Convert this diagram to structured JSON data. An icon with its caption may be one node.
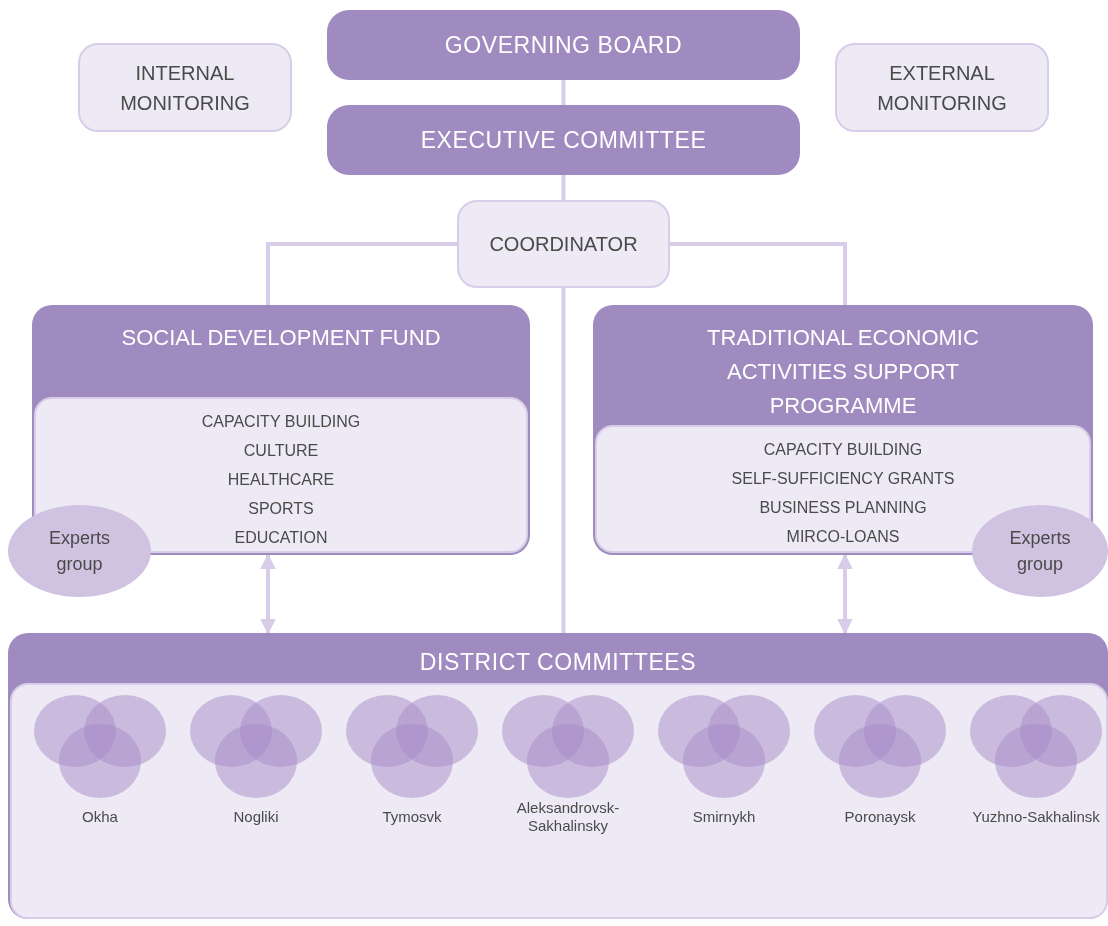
{
  "diagram": {
    "nodes": [
      {
        "text": [
          "GOVERNING BOARD"
        ]
      },
      {
        "text": [
          "INTERNAL MONITORING"
        ]
      },
      {
        "text": [
          "EXTERNAL MONITORING"
        ]
      },
      {
        "text": [
          "EXECUTIVE COMMITTEE"
        ]
      },
      {
        "text": [
          "COORDINATOR"
        ]
      },
      {
        "text": [
          "SOCIAL DEVELOPMENT FUND"
        ]
      },
      {
        "text": [
          "CAPACITY BUILDING",
          "CULTURE",
          "HEALTHCARE",
          "SPORTS",
          "EDUCATION"
        ],
        "in": 5
      },
      {
        "text": [
          "Experts group"
        ]
      },
      {
        "text": [
          "TRADITIONAL ECONOMIC ACTIVITIES SUPPORT PROGRAMME"
        ]
      },
      {
        "text": [
          "CAPACITY BUILDING",
          "SELF-SUFFICIENCY GRANTS",
          "BUSINESS PLANNING",
          "MIRCO-LOANS"
        ],
        "in": 8
      },
      {
        "text": [
          "Experts group"
        ]
      },
      {
        "text": [
          "DISTRICT COMMITTEES"
        ]
      },
      {
        "text": [
          "Okha"
        ],
        "in": 11
      },
      {
        "text": [
          "Nogliki"
        ],
        "in": 11
      },
      {
        "text": [
          "Tymosvk"
        ],
        "in": 11
      },
      {
        "text": [
          "Aleksandrovsk-Sakhalinsky"
        ],
        "in": 11
      },
      {
        "text": [
          "Smirnykh"
        ],
        "in": 11
      },
      {
        "text": [
          "Poronaysk"
        ],
        "in": 11
      },
      {
        "text": [
          "Yuzhno-Sakhalinsk"
        ],
        "in": 11
      }
    ],
    "edges": [
      {
        "from": 0,
        "to": 3,
        "arrow": "none"
      },
      {
        "from": 3,
        "to": 4,
        "arrow": "none"
      },
      {
        "from": 4,
        "to": 5,
        "arrow": "none"
      },
      {
        "from": 4,
        "to": 8,
        "arrow": "none"
      },
      {
        "from": 4,
        "to": 11,
        "arrow": "none"
      },
      {
        "from": 5,
        "to": 11,
        "arrow": "both"
      },
      {
        "from": 8,
        "to": 11,
        "arrow": "both"
      }
    ]
  }
}
